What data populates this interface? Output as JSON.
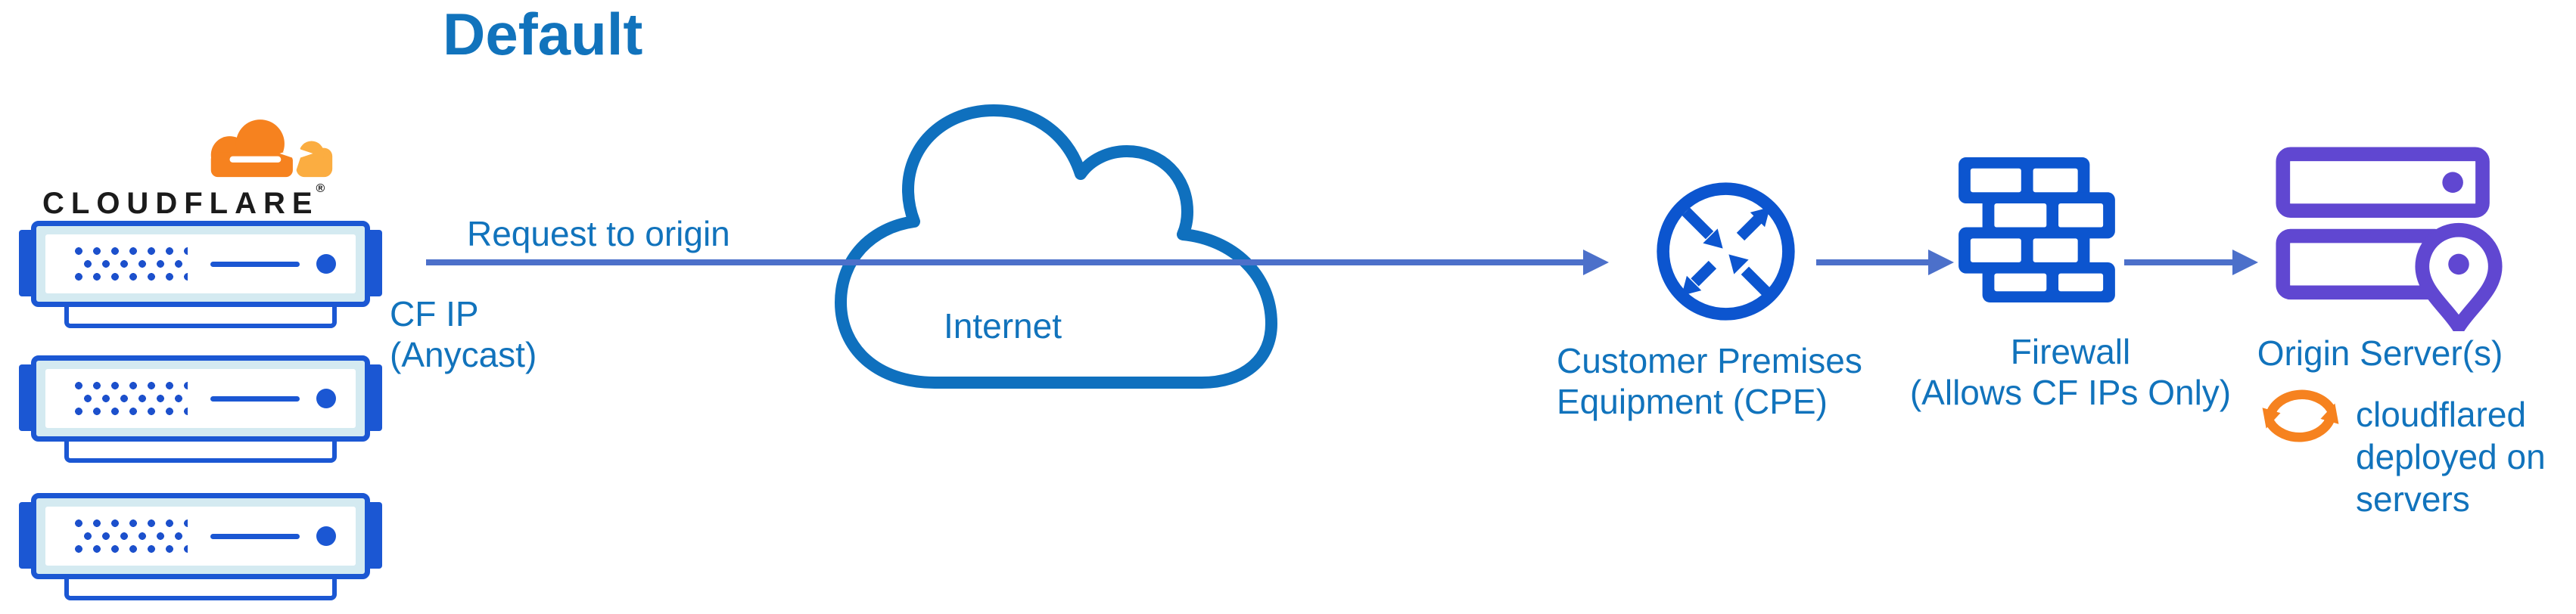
{
  "diagram": {
    "title": "Default",
    "cloudflare": {
      "wordmark": "CLOUDFLARE",
      "registered": "®",
      "logo_icon": "cloudflare-cloud-icon",
      "server_icon": "edge-server-icon",
      "server_count": 3
    },
    "request_arrow": {
      "label": "Request to origin",
      "sublabel_line1": "CF IP",
      "sublabel_line2": "(Anycast)"
    },
    "internet": {
      "icon": "cloud-icon",
      "label": "Internet"
    },
    "cpe": {
      "icon": "router-icon",
      "label_line1": "Customer Premises",
      "label_line2": "Equipment (CPE)"
    },
    "firewall": {
      "icon": "brick-wall-icon",
      "label_line1": "Firewall",
      "label_line2": "(Allows CF IPs Only)"
    },
    "origin": {
      "icon": "origin-servers-icon",
      "label": "Origin Server(s)"
    },
    "cloudflared": {
      "icon": "sync-arrows-icon",
      "note_line1": "cloudflared",
      "note_line2": "deployed on",
      "note_line3": "servers"
    },
    "colors": {
      "text_blue": "#1173BC",
      "icon_blue": "#0C55CF",
      "server_blue": "#1B57D3",
      "server_fill": "#D4EAF1",
      "arrow_blue": "#4C70CA",
      "origin_purple": "#6047D1",
      "cloudflare_orange": "#F6821F",
      "cloudflare_orange_light": "#FBAD41",
      "wordmark_black": "#1b1b1b"
    }
  }
}
